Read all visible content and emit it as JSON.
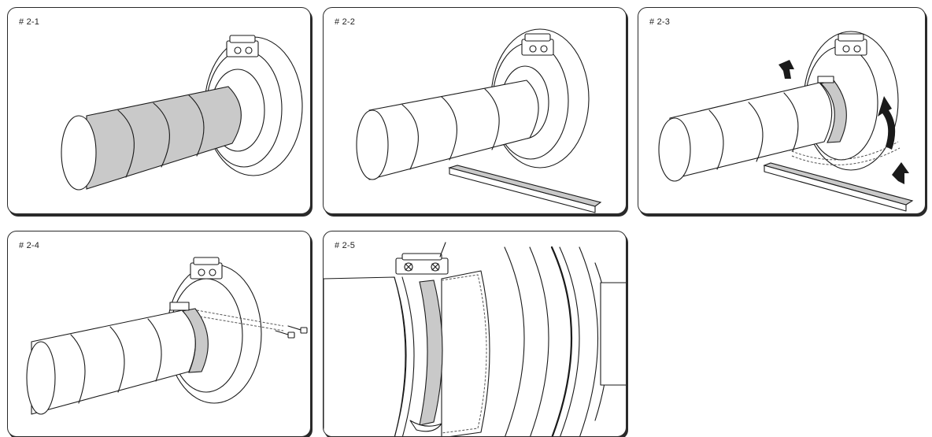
{
  "panels": [
    {
      "label": "# 2-1"
    },
    {
      "label": "# 2-2"
    },
    {
      "label": "# 2-3"
    },
    {
      "label": "# 2-4"
    },
    {
      "label": "# 2-5"
    }
  ],
  "colors": {
    "tape": "#c9c9c9",
    "arrow": "#1a1a1a",
    "border": "#2a2a2a"
  },
  "icons": [
    "junction-box-icon",
    "screw-icon",
    "arrow-up-icon",
    "rotate-arrow-icon"
  ]
}
